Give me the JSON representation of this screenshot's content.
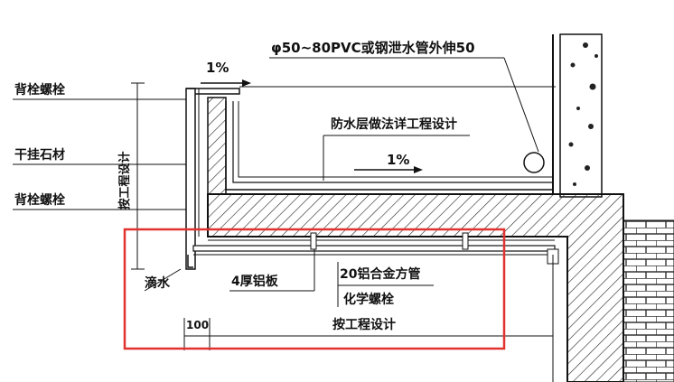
{
  "labels": {
    "pipe_note": "φ50~80PVC或钢泄水管外伸50",
    "slope_top": "1%",
    "slope_inner": "1%",
    "waterproof_note": "防水层做法详工程设计",
    "back_bolt_upper": "背栓螺栓",
    "dry_hang_stone": "干挂石材",
    "back_bolt_lower": "背栓螺栓",
    "vertical_design": "按工程设计",
    "drip": "滴水",
    "aluminum_plate": "4厚铝板",
    "aluminum_tube": "20铝合金方管",
    "chemical_bolt": "化学螺栓",
    "dim_100": "100",
    "bottom_design": "按工程设计"
  },
  "colors": {
    "line": "#111111",
    "highlight_box": "#e0332f",
    "background": "#ffffff"
  }
}
